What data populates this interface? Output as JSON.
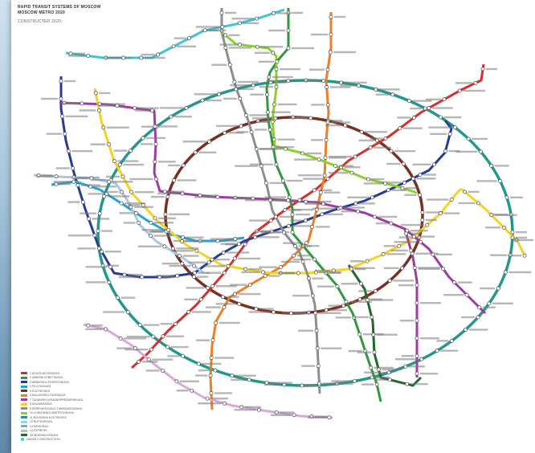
{
  "header": {
    "line1": "RAPID TRANSIT SYSTEMS OF MOSCOW",
    "line2": "MOSCOW METRO 2020",
    "line3": "CONSTRUCTED 2020"
  },
  "lines": [
    {
      "id": "l1",
      "color": "#d6302b"
    },
    {
      "id": "l2",
      "color": "#2e9a3d"
    },
    {
      "id": "l3",
      "color": "#263c96"
    },
    {
      "id": "l4",
      "color": "#1fa6d8"
    },
    {
      "id": "l5",
      "color": "#7a2f20"
    },
    {
      "id": "l6",
      "color": "#f07e22"
    },
    {
      "id": "l7",
      "color": "#9e3ca3"
    },
    {
      "id": "l8",
      "color": "#f7d21f"
    },
    {
      "id": "l9",
      "color": "#8e8e8e"
    },
    {
      "id": "l10",
      "color": "#8ad22a"
    },
    {
      "id": "l11",
      "color": "#21988f"
    },
    {
      "id": "l12",
      "color": "#a8c8e8"
    },
    {
      "id": "l13",
      "color": "#3cc7d6"
    },
    {
      "id": "l14",
      "color": "#d9a9dd"
    },
    {
      "id": "l15",
      "color": "#1d6b27"
    }
  ],
  "legend": {
    "items": [
      {
        "color": "#d6302b",
        "label": "1 SOKOLNICHESKAYA"
      },
      {
        "color": "#2e9a3d",
        "label": "2 ZAMOSKVORETSKAYA"
      },
      {
        "color": "#263c96",
        "label": "3 ARBATSKO-POKROVSKAYA"
      },
      {
        "color": "#1fa6d8",
        "label": "4 FILYOVSKAYA"
      },
      {
        "color": "#7a2f20",
        "label": "5 KOLTSEVAYA"
      },
      {
        "color": "#f07e22",
        "label": "6 KALUZHSKO-RIZHSKAYA"
      },
      {
        "color": "#9e3ca3",
        "label": "7 TAGANSKO-KRASNOPRESNENSKAYA"
      },
      {
        "color": "#f7d21f",
        "label": "8 KALININSKAYA"
      },
      {
        "color": "#8e8e8e",
        "label": "9 SERPUKHOVSKO-TIMIRYAZEVSKAYA"
      },
      {
        "color": "#8ad22a",
        "label": "10 LYUBLINSKO-DMITROVSKAYA"
      },
      {
        "color": "#21988f",
        "label": "11 BOLSHAYA KOLTSEVAYA"
      },
      {
        "color": "#a8c8e8",
        "label": "12 BUTOVSKAYA"
      },
      {
        "color": "#3cc7d6",
        "label": "13 MONORAIL"
      },
      {
        "color": "#d9a9dd",
        "label": "14 EXPRESS"
      },
      {
        "color": "#1d6b27",
        "label": "15 NEKRASOVSKAYA"
      }
    ],
    "note": "UNDER CONSTRUCTION"
  }
}
